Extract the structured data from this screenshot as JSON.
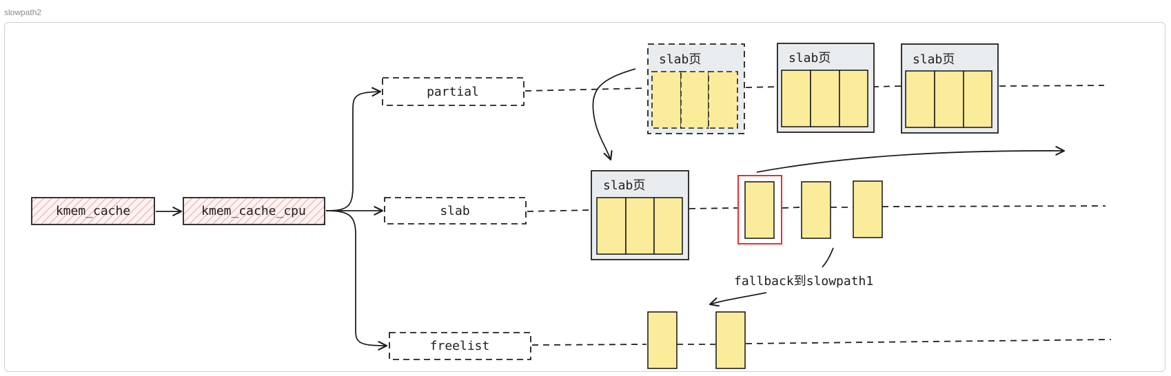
{
  "frame": {
    "title": "slowpath2"
  },
  "nodes": {
    "kmem_cache": "kmem_cache",
    "kmem_cache_cpu": "kmem_cache_cpu",
    "partial": "partial",
    "slab": "slab",
    "freelist": "freelist"
  },
  "slab_pages": {
    "partial_1": "slab页",
    "partial_2": "slab页",
    "partial_3": "slab页",
    "current": "slab页"
  },
  "annotation": "fallback到slowpath1",
  "colors": {
    "object_fill": "#fbec9b",
    "page_fill": "#e9ecef",
    "hatch": "#f2a8a8",
    "highlight": "#e03131",
    "stroke": "#1e1e1e"
  }
}
